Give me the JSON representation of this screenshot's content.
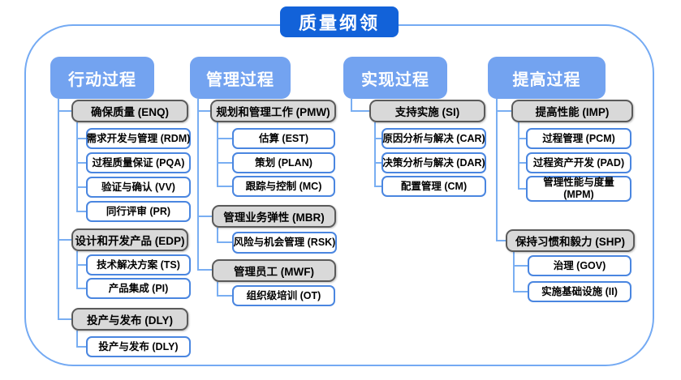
{
  "title": "质量纲领",
  "columns": [
    {
      "header": "行动过程",
      "groups": [
        {
          "label": "确保质量 (ENQ)",
          "children": [
            "需求开发与管理 (RDM)",
            "过程质量保证 (PQA)",
            "验证与确认 (VV)",
            "同行评审 (PR)"
          ]
        },
        {
          "label": "设计和开发产品 (EDP)",
          "children": [
            "技术解决方案 (TS)",
            "产品集成 (PI)"
          ]
        },
        {
          "label": "投产与发布 (DLY)",
          "children": [
            "投产与发布 (DLY)"
          ]
        }
      ]
    },
    {
      "header": "管理过程",
      "groups": [
        {
          "label": "规划和管理工作 (PMW)",
          "children": [
            "估算 (EST)",
            "策划 (PLAN)",
            "跟踪与控制 (MC)"
          ]
        },
        {
          "label": "管理业务弹性 (MBR)",
          "children": [
            "风险与机会管理 (RSK)"
          ]
        },
        {
          "label": "管理员工 (MWF)",
          "children": [
            "组织级培训 (OT)"
          ]
        }
      ]
    },
    {
      "header": "实现过程",
      "groups": [
        {
          "label": "支持实施 (SI)",
          "children": [
            "原因分析与解决 (CAR)",
            "决策分析与解决 (DAR)",
            "配置管理 (CM)"
          ]
        }
      ]
    },
    {
      "header": "提高过程",
      "groups": [
        {
          "label": "提高性能 (IMP)",
          "children": [
            "过程管理 (PCM)",
            "过程资产开发 (PAD)",
            "管理性能与度量\n(MPM)"
          ]
        },
        {
          "label": "保持习惯和毅力 (SHP)",
          "children": [
            "治理 (GOV)",
            "实施基础设施 (II)"
          ]
        }
      ]
    }
  ],
  "colors": {
    "title_bg": "#1262d9",
    "header_bg": "#73a3f0",
    "group_fill": "#d9d9d9",
    "group_border": "#5a5a5a",
    "item_border": "#4a86e0",
    "connector": "#79aef2",
    "frame_border": "#74aaf3"
  }
}
